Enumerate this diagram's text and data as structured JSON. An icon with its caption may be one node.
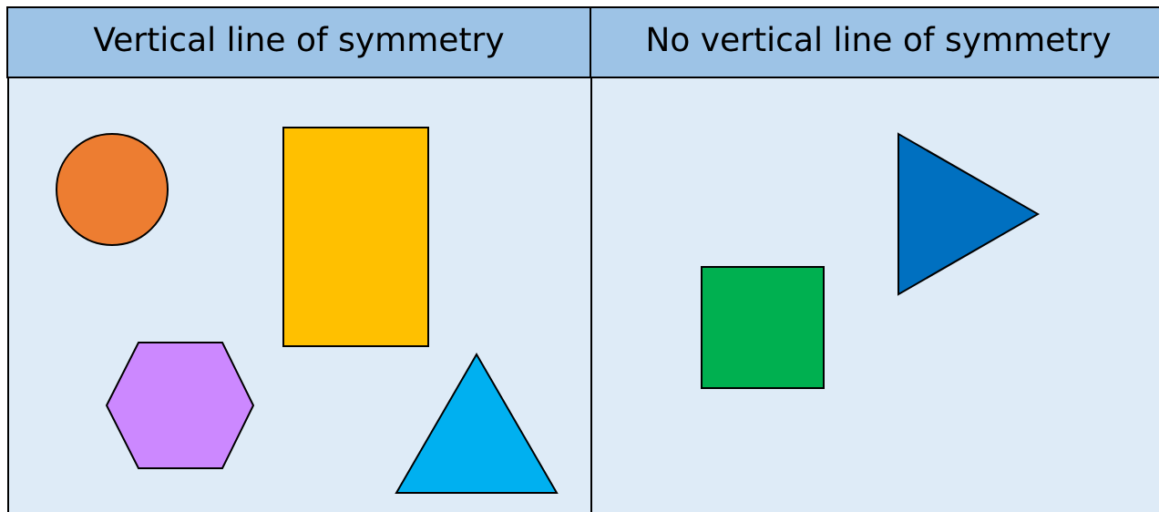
{
  "diagram": {
    "nodes": [
      {
        "text": [
          "Vertical line of symmetry"
        ]
      },
      {
        "text": [
          "No vertical line of symmetry"
        ]
      },
      {
        "text": [],
        "shape": "circle",
        "in": 0
      },
      {
        "text": [],
        "shape": "box",
        "in": 0
      },
      {
        "text": [],
        "shape": "hexagon",
        "in": 0
      },
      {
        "text": [],
        "shape": "triangle",
        "in": 0
      },
      {
        "text": [],
        "shape": "box",
        "in": 1
      },
      {
        "text": [],
        "shape": "triangle",
        "in": 1
      }
    ]
  }
}
